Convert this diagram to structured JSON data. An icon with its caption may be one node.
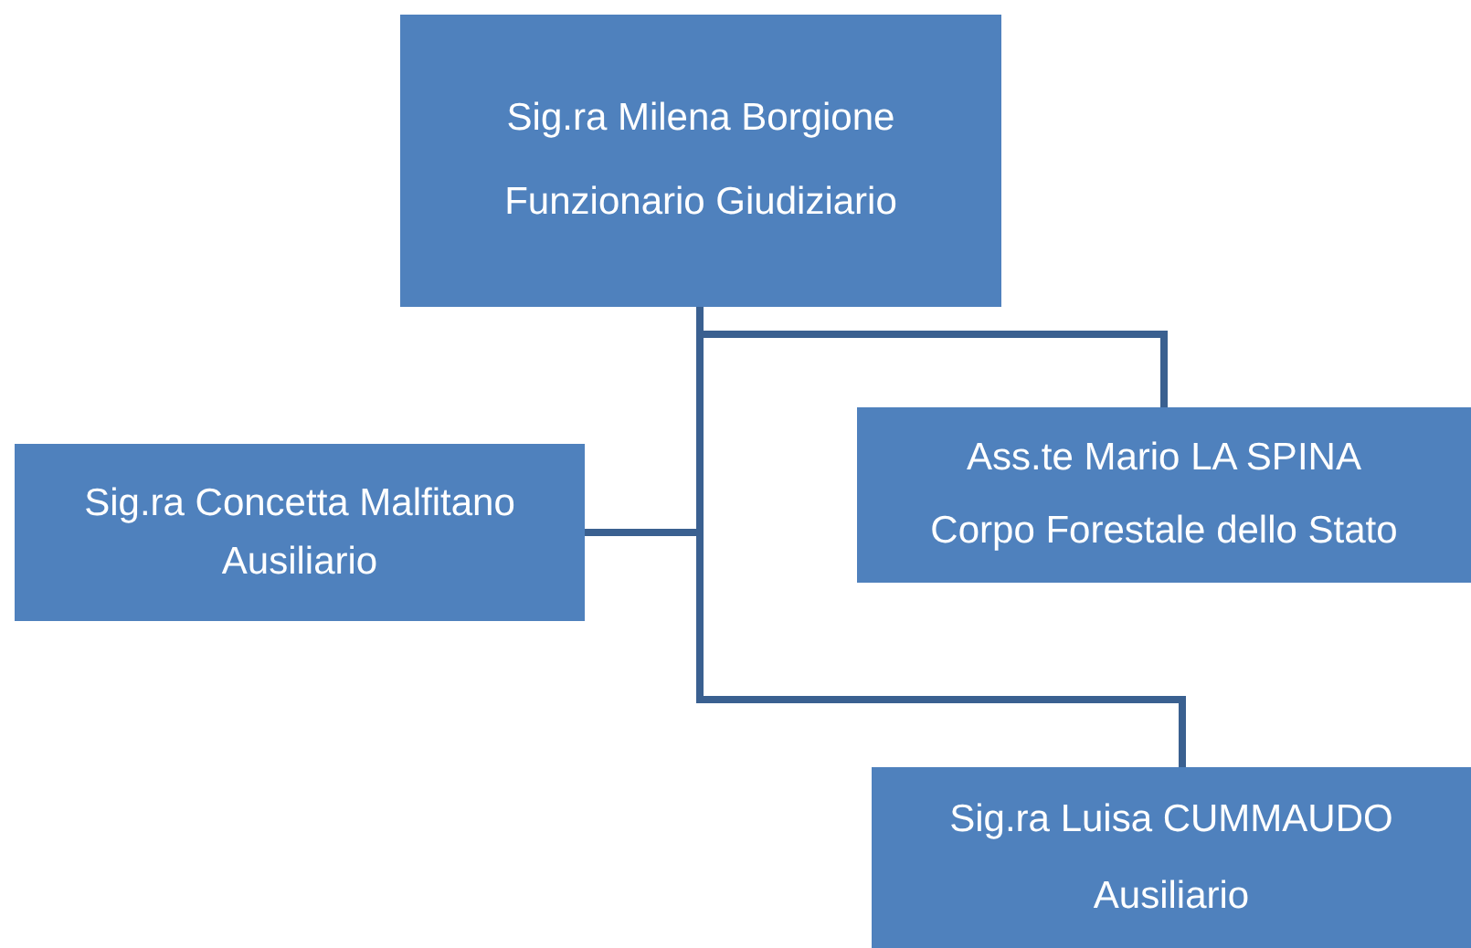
{
  "diagram": {
    "nodes": [
      {
        "text": [
          "Sig.ra Milena Borgione",
          "Funzionario Giudiziario"
        ]
      },
      {
        "text": [
          "Sig.ra Concetta Malfitano Ausiliario"
        ]
      },
      {
        "text": [
          "Ass.te Mario LA SPINA",
          "Corpo Forestale dello Stato"
        ]
      },
      {
        "text": [
          "Sig.ra Luisa CUMMAUDO",
          "Ausiliario"
        ]
      }
    ],
    "edges": [
      {
        "from": 0,
        "to": 1,
        "arrow": "none"
      },
      {
        "from": 0,
        "to": 2,
        "arrow": "none"
      },
      {
        "from": 0,
        "to": 3,
        "arrow": "none"
      }
    ]
  }
}
